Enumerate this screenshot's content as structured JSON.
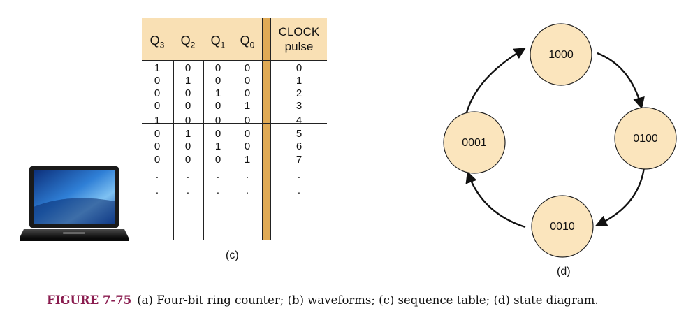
{
  "sequence_table": {
    "headers": {
      "q3": {
        "main": "Q",
        "sub": "3"
      },
      "q2": {
        "main": "Q",
        "sub": "2"
      },
      "q1": {
        "main": "Q",
        "sub": "1"
      },
      "q0": {
        "main": "Q",
        "sub": "0"
      },
      "clock_line1": "CLOCK",
      "clock_line2": "pulse"
    },
    "rows": [
      {
        "q3": "1",
        "q2": "0",
        "q1": "0",
        "q0": "0",
        "clock": "0"
      },
      {
        "q3": "0",
        "q2": "1",
        "q1": "0",
        "q0": "0",
        "clock": "1"
      },
      {
        "q3": "0",
        "q2": "0",
        "q1": "1",
        "q0": "0",
        "clock": "2"
      },
      {
        "q3": "0",
        "q2": "0",
        "q1": "0",
        "q0": "1",
        "clock": "3"
      },
      {
        "q3": "1",
        "q2": "0",
        "q1": "0",
        "q0": "0",
        "clock": "4"
      },
      {
        "q3": "0",
        "q2": "1",
        "q1": "0",
        "q0": "0",
        "clock": "5"
      },
      {
        "q3": "0",
        "q2": "0",
        "q1": "1",
        "q0": "0",
        "clock": "6"
      },
      {
        "q3": "0",
        "q2": "0",
        "q1": "0",
        "q0": "1",
        "clock": "7"
      },
      {
        "q3": ".",
        "q2": ".",
        "q1": ".",
        "q0": ".",
        "clock": "."
      },
      {
        "q3": ".",
        "q2": ".",
        "q1": ".",
        "q0": ".",
        "clock": "."
      }
    ],
    "caption": "(c)"
  },
  "state_diagram": {
    "states": [
      "1000",
      "0100",
      "0010",
      "0001"
    ],
    "caption": "(d)"
  },
  "figure_caption": {
    "label": "FIGURE 7-75",
    "text": "(a) Four-bit ring counter; (b) waveforms; (c) sequence table; (d) state diagram."
  },
  "colors": {
    "table_header": "#f9e0b4",
    "separator_column": "#e0aa55",
    "state_fill": "#fbe5bd",
    "caption_label": "#8a1c4f"
  },
  "icons": {
    "laptop": "laptop-icon"
  }
}
